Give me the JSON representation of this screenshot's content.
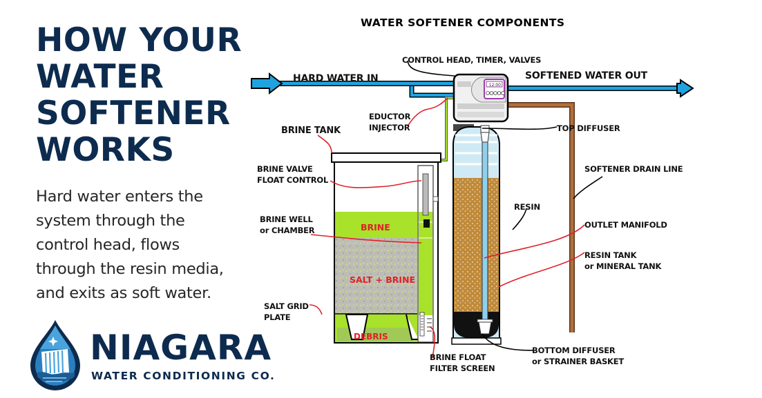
{
  "headline": {
    "lines": [
      "HOW YOUR",
      "WATER",
      "SOFTENER",
      "WORKS"
    ]
  },
  "blurb": {
    "lines": [
      "Hard water enters the",
      "system through the",
      "control head, flows",
      "through the resin media,",
      "and exits as soft water."
    ]
  },
  "logo": {
    "name": "NIAGARA",
    "tagline": "WATER CONDITIONING CO.",
    "icon": "waterdrop-waterfall-icon"
  },
  "diagram": {
    "title": "WATER SOFTENER COMPONENTS",
    "flow_labels": {
      "inlet": "HARD WATER IN",
      "outlet": "SOFTENED WATER OUT"
    },
    "controller_display": "12:00",
    "components": {
      "control_head": "CONTROL HEAD, TIMER, VALVES",
      "eductor": [
        "EDUCTOR",
        "INJECTOR"
      ],
      "brine_tank": "BRINE TANK",
      "brine_valve": [
        "BRINE VALVE",
        "FLOAT CONTROL"
      ],
      "brine_well": [
        "BRINE WELL",
        "or CHAMBER"
      ],
      "salt_grid": [
        "SALT GRID",
        "PLATE"
      ],
      "brine_float": [
        "BRINE FLOAT",
        "FILTER SCREEN"
      ],
      "top_diffuser": "TOP DIFFUSER",
      "drain_line": "SOFTENER DRAIN LINE",
      "resin": "RESIN",
      "outlet_manifold": "OUTLET MANIFOLD",
      "resin_tank": [
        "RESIN TANK",
        "or MINERAL TANK"
      ],
      "bottom_diffuser": [
        "BOTTOM DIFFUSER",
        "or STRAINER BASKET"
      ]
    },
    "zone_labels": {
      "brine": "BRINE",
      "salt_brine": "SALT + BRINE",
      "debris": "DEBRIS"
    },
    "colors": {
      "water_blue": "#1fa3e0",
      "brine_green": "#a8e22a",
      "resin_brown": "#c08a3a",
      "drain_brown": "#b0703f",
      "leader_red": "#e0202a",
      "brand_navy": "#0d2b4e"
    }
  }
}
